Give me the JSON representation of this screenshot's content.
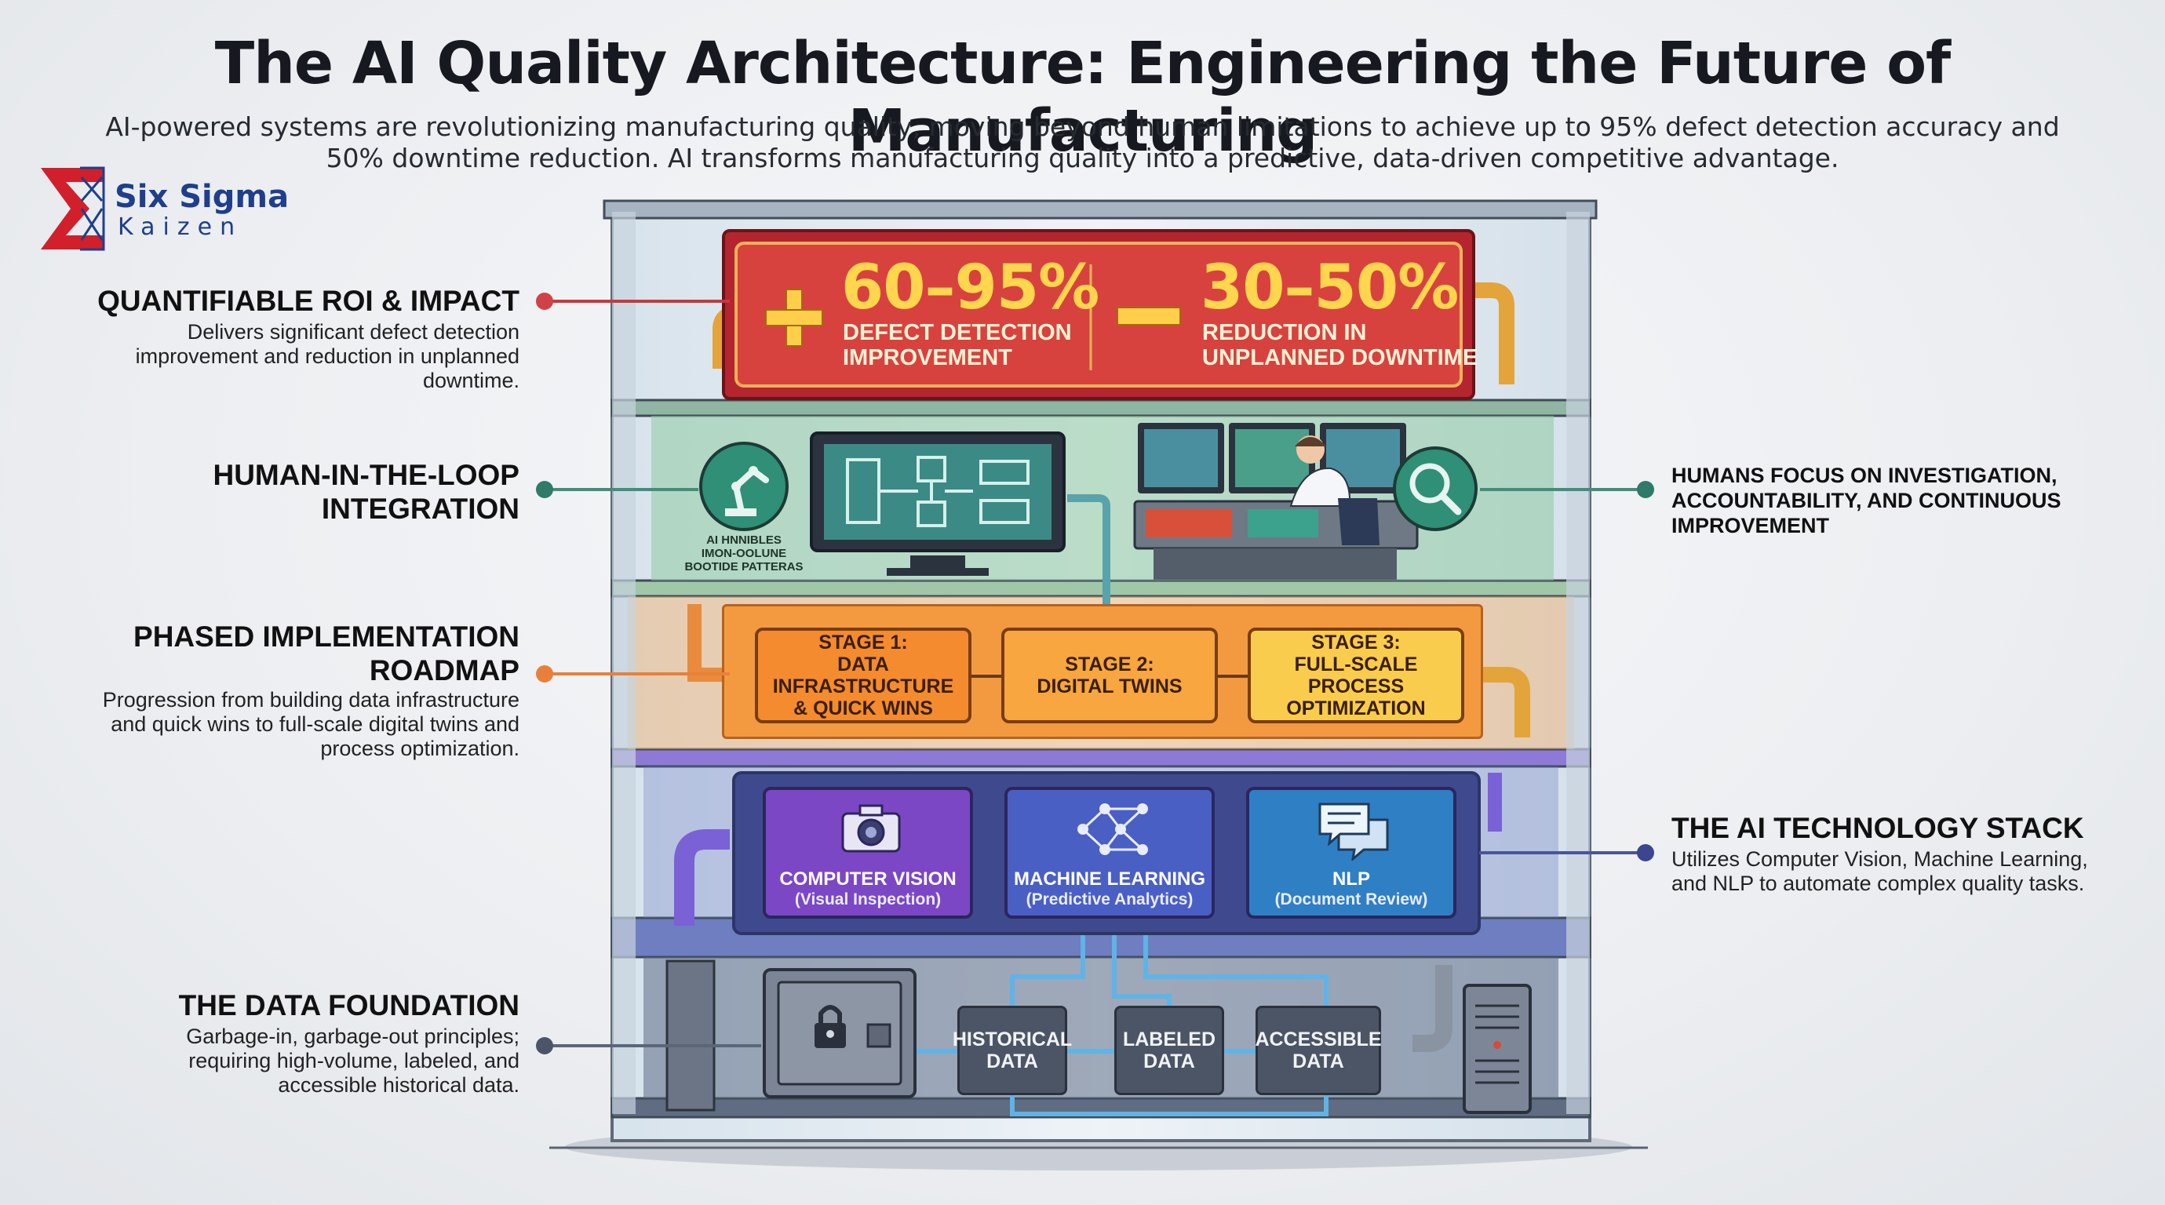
{
  "header": {
    "title": "The AI Quality Architecture: Engineering the Future of Manufacturing",
    "subtitle_line1": "AI-powered systems are revolutionizing manufacturing quality, moving beyond human limitations to achieve up to 95% defect detection accuracy and",
    "subtitle_line2": "50% downtime reduction. AI transforms manufacturing quality into a predictive, data-driven competitive advantage."
  },
  "logo": {
    "line1": "Six Sigma",
    "line2": "Kaizen"
  },
  "left_callouts": [
    {
      "title": "QUANTIFIABLE ROI & IMPACT",
      "desc": [
        "Delivers significant defect detection",
        "improvement and reduction in unplanned",
        "downtime."
      ]
    },
    {
      "title": [
        "HUMAN-IN-THE-LOOP",
        "INTEGRATION"
      ]
    },
    {
      "title": [
        "PHASED IMPLEMENTATION",
        "ROADMAP"
      ],
      "desc": [
        "Progression from building data infrastructure",
        "and quick wins to full-scale digital twins and",
        "process optimization."
      ]
    },
    {
      "title": "THE DATA FOUNDATION",
      "desc": [
        "Garbage-in, garbage-out principles;",
        "requiring high-volume, labeled, and",
        "accessible historical data."
      ]
    }
  ],
  "right_callouts": [
    {
      "text": [
        "HUMANS FOCUS ON INVESTIGATION,",
        "ACCOUNTABILITY, AND CONTINUOUS",
        "IMPROVEMENT"
      ]
    },
    {
      "title": "THE AI TECHNOLOGY STACK",
      "desc": [
        "Utilizes Computer Vision, Machine Learning,",
        "and NLP to automate complex quality tasks."
      ]
    }
  ],
  "roi": {
    "left_value": "60–95%",
    "left_label": [
      "DEFECT DETECTION",
      "IMPROVEMENT"
    ],
    "right_value": "30–50%",
    "right_label": [
      "REDUCTION IN",
      "UNPLANNED DOWNTIME"
    ]
  },
  "human_loop": {
    "robot_caption": [
      "AI HNNIBLES",
      "IMON-OOLUNE",
      "BOOTIDE PATTERAS"
    ]
  },
  "stages": [
    {
      "label": [
        "STAGE 1:",
        "DATA INFRASTRUCTURE",
        "& QUICK WINS"
      ]
    },
    {
      "label": [
        "STAGE 2:",
        "DIGITAL TWINS"
      ]
    },
    {
      "label": [
        "STAGE 3:",
        "FULL-SCALE PROCESS",
        "OPTIMIZATION"
      ]
    }
  ],
  "tech": [
    {
      "title": "COMPUTER VISION",
      "sub": "(Visual Inspection)"
    },
    {
      "title": "MACHINE LEARNING",
      "sub": "(Predictive Analytics)"
    },
    {
      "title": "NLP",
      "sub": "(Document Review)"
    }
  ],
  "data": [
    {
      "label": [
        "HISTORICAL",
        "DATA"
      ]
    },
    {
      "label": [
        "LABELED",
        "DATA"
      ]
    },
    {
      "label": [
        "ACCESSIBLE",
        "DATA"
      ]
    }
  ],
  "colors": {
    "roi": "#c7393d",
    "human": "#6fc29a",
    "roadmap": "#f08a3a",
    "tech": "#5a49b8",
    "data": "#3d4a60"
  }
}
